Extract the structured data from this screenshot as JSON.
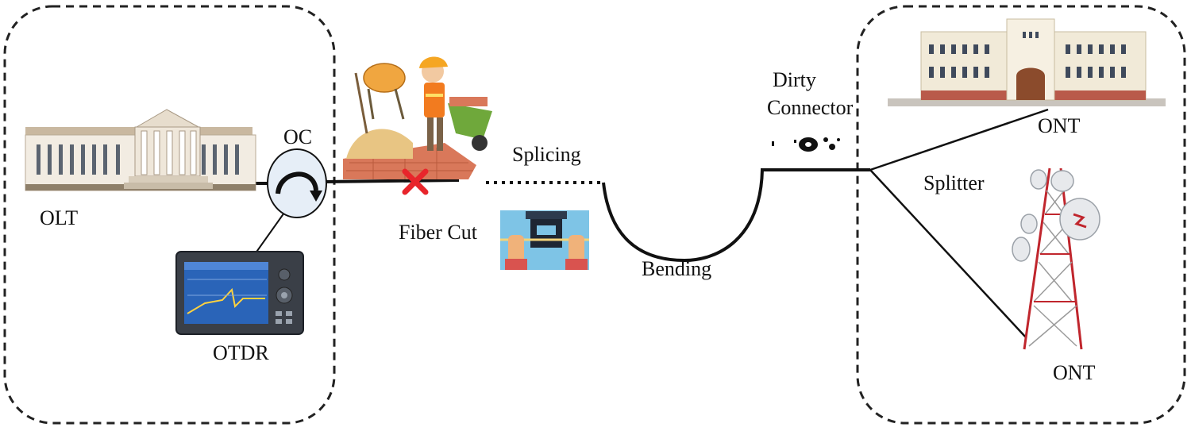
{
  "labels": {
    "olt": "OLT",
    "oc": "OC",
    "otdr": "OTDR",
    "fiber_cut": "Fiber Cut",
    "splicing": "Splicing",
    "bending": "Bending",
    "dirty_connector_line1": "Dirty",
    "dirty_connector_line2": "Connector",
    "ont_top": "ONT",
    "splitter": "Splitter",
    "ont_bottom": "ONT"
  },
  "colors": {
    "line": "#111111",
    "border": "#222222",
    "fault_mark": "#e8252b",
    "circulator_fill": "#e6eef7",
    "brick": "#d9785a",
    "otdr_body": "#3a3f47",
    "otdr_screen": "#2a64b8"
  },
  "icons": {
    "central_office": "central-office-building-icon",
    "circulator": "optical-circulator-icon",
    "otdr": "otdr-device-icon",
    "worker": "construction-worker-icon",
    "fiber_cut": "red-x-icon",
    "splicer": "fusion-splicer-icon",
    "dirt": "dirt-speck-icon",
    "home": "customer-building-icon",
    "tower": "telecom-tower-icon"
  }
}
